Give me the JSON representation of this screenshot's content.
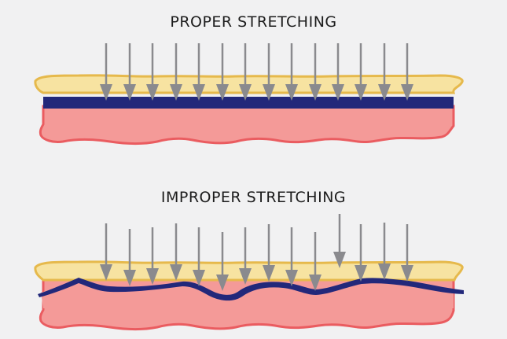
{
  "panels": [
    {
      "title": "PROPER STRETCHING",
      "arrow_count": 14,
      "blue_layer": "straight"
    },
    {
      "title": "IMPROPER STRETCHING",
      "arrow_count": 14,
      "blue_layer": "wavy"
    }
  ],
  "colors": {
    "background": "#f1f1f2",
    "skin_top_fill": "#f7e3a1",
    "skin_top_stroke": "#e6b94c",
    "tissue_fill": "#f49a98",
    "tissue_stroke": "#ea5c60",
    "fascia_blue": "#22287a",
    "arrow_gray": "#8a8a8e"
  }
}
